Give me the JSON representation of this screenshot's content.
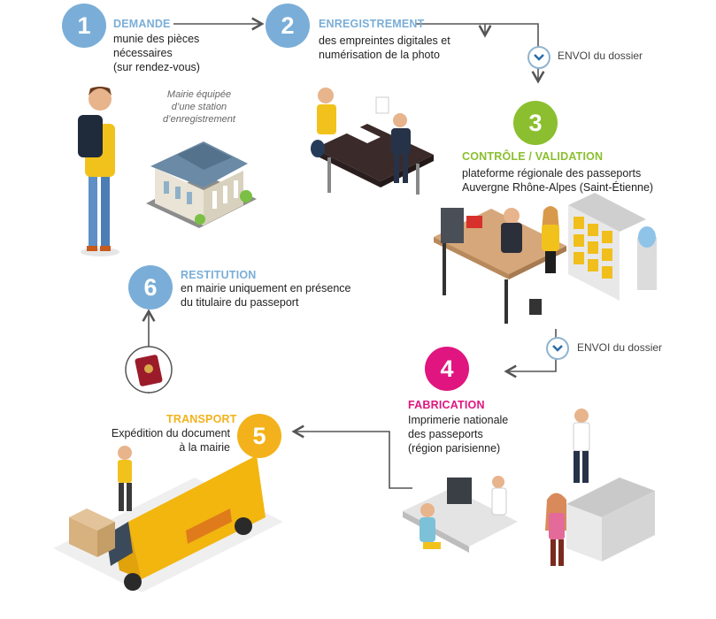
{
  "colors": {
    "step1": "#7aaed8",
    "step2": "#7aaed8",
    "step3": "#8bbf2f",
    "step4": "#e0157f",
    "step5": "#f3b21b",
    "step6": "#7aaed8",
    "arrow": "#555555"
  },
  "steps": {
    "s1": {
      "number": "1",
      "title": "DEMANDE",
      "line1": "munie des pièces",
      "line2": "nécessaires",
      "line3": "(sur rendez-vous)"
    },
    "s2": {
      "number": "2",
      "title": "ENREGISTREMENT",
      "line1": "des empreintes digitales et",
      "line2": "numérisation de la photo"
    },
    "s3": {
      "number": "3",
      "title": "CONTRÔLE / VALIDATION",
      "line1": "plateforme régionale des passeports",
      "line2": "Auvergne Rhône-Alpes (Saint-Étienne)"
    },
    "s4": {
      "number": "4",
      "title": "FABRICATION",
      "line1": "Imprimerie nationale",
      "line2": "des passeports",
      "line3": "(région parisienne)"
    },
    "s5": {
      "number": "5",
      "title": "TRANSPORT",
      "line1": "Expédition du document",
      "line2": "à la mairie"
    },
    "s6": {
      "number": "6",
      "title": "RESTITUTION",
      "line1": "en mairie uniquement en présence",
      "line2": "du titulaire du passeport"
    }
  },
  "envoi": {
    "top": "ENVOI du dossier",
    "middle": "ENVOI du dossier"
  },
  "mairie_note": {
    "line1": "Mairie équipée",
    "line2": "d’une station",
    "line3": "d’enregistrement"
  }
}
